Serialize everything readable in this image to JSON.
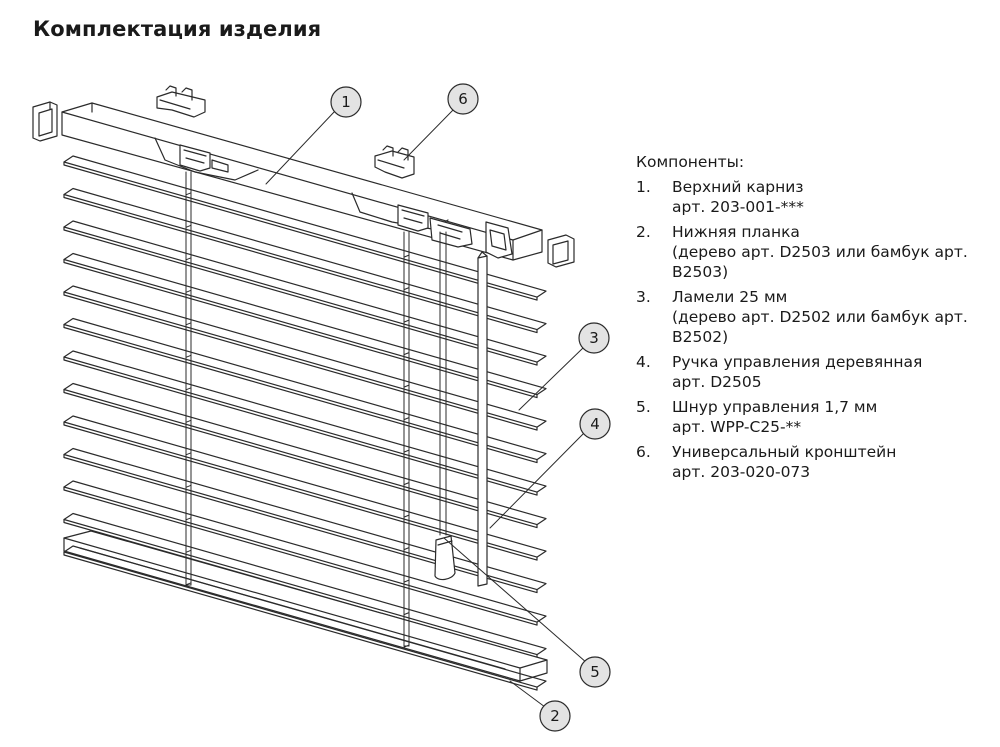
{
  "title": "Комплектация изделия",
  "components_heading": "Компоненты:",
  "components": [
    {
      "num": "1.",
      "lines": [
        "Верхний карниз",
        "арт. 203-001-***"
      ]
    },
    {
      "num": "2.",
      "lines": [
        "Нижняя планка",
        "(дерево арт. D2503 или бамбук арт.",
        "B2503)"
      ]
    },
    {
      "num": "3.",
      "lines": [
        "Ламели 25 мм",
        "(дерево арт. D2502 или бамбук арт.",
        "B2502)"
      ]
    },
    {
      "num": "4.",
      "lines": [
        "Ручка управления деревянная",
        "арт. D2505"
      ]
    },
    {
      "num": "5.",
      "lines": [
        "Шнур управления 1,7 мм",
        "арт. WPP-C25-**"
      ]
    },
    {
      "num": "6.",
      "lines": [
        "Универсальный кронштейн",
        "арт. 203-020-073"
      ]
    }
  ],
  "callouts": [
    "1",
    "2",
    "3",
    "4",
    "5",
    "6"
  ],
  "colors": {
    "stroke": "#2b2b2b",
    "callout_fill": "#e3e3e3",
    "text": "#1a1a1a"
  }
}
